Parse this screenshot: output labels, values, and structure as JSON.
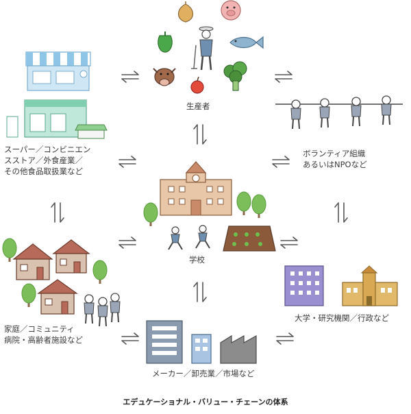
{
  "nodes": {
    "producer": {
      "label": "生産者"
    },
    "school": {
      "label": "学校"
    },
    "retail": {
      "lines": [
        "スーパー／コンビニエン",
        "スストア／外食産業／",
        "その他食品取扱業など"
      ]
    },
    "volunteer": {
      "lines": [
        "ボランティア組織",
        "あるいはNPOなど"
      ]
    },
    "home": {
      "lines": [
        "家庭／コミュニティ",
        "病院・高齢者施設など"
      ]
    },
    "university": {
      "label": "大学・研究機関／行政など"
    },
    "maker": {
      "label": "メーカー／卸売業／市場など"
    }
  },
  "caption": "エデュケーショナル・バリュー・チェーンの体系",
  "colors": {
    "line": "#555555",
    "retail_blue": "#8fc6e8",
    "shop_green": "#7fcfb0",
    "school_wall": "#e7c7a7",
    "school_roof": "#c98a6a",
    "house_roof": "#b86a5a",
    "tree": "#7cbf5a",
    "purple": "#9a8fd0",
    "gold": "#e2b86a",
    "gray_bldg": "#8a9bb0",
    "factory": "#8c8c8c",
    "soil": "#8a5a3a"
  },
  "icons": [
    "onion-icon",
    "pig-icon",
    "pepper-icon",
    "fish-icon",
    "cow-icon",
    "apple-icon",
    "broccoli-icon",
    "farmer-icon",
    "store-icon",
    "children-icon",
    "school-icon",
    "house-icon",
    "university-icon",
    "factory-icon",
    "exchange-arrows-icon"
  ]
}
